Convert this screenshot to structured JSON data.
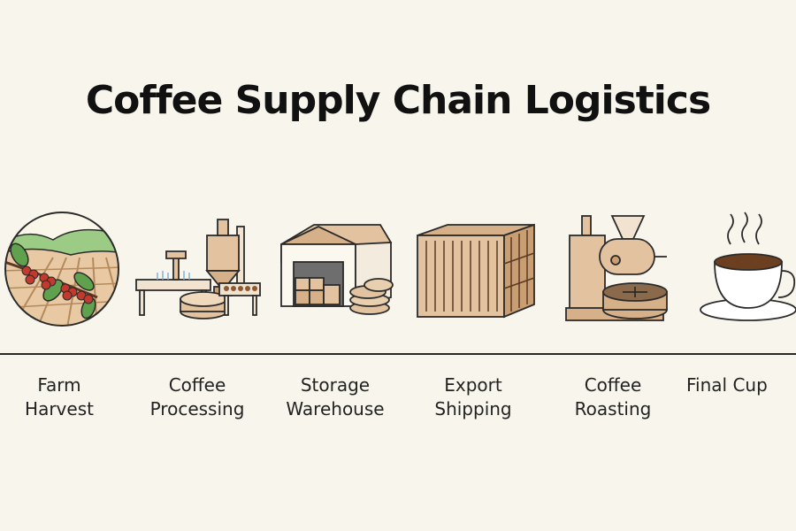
{
  "title": "Coffee Supply Chain Logistics",
  "colors": {
    "background": "#f8f6ec",
    "tan": "#e2c29f",
    "tan_dark": "#c99e72",
    "green": "#8fbf7a",
    "cherry": "#c23a2e",
    "outline": "#2b2b2b",
    "coffee": "#6b3f1f"
  },
  "stages": [
    {
      "icon": "farm-harvest-icon",
      "line1": "Farm",
      "line2": "Harvest"
    },
    {
      "icon": "coffee-processing-icon",
      "line1": "Coffee",
      "line2": "Processing"
    },
    {
      "icon": "storage-warehouse-icon",
      "line1": "Storage",
      "line2": "Warehouse"
    },
    {
      "icon": "shipping-container-icon",
      "line1": "Export",
      "line2": "Shipping"
    },
    {
      "icon": "coffee-roaster-icon",
      "line1": "Coffee",
      "line2": "Roasting"
    },
    {
      "icon": "coffee-cup-icon",
      "line1": "Final Cup",
      "line2": ""
    }
  ]
}
